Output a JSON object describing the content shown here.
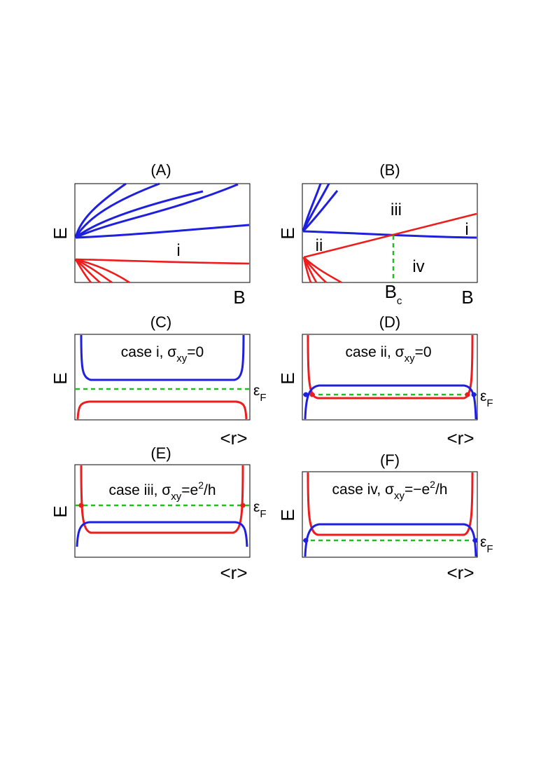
{
  "colors": {
    "blue": "#1f1fe0",
    "red": "#ee1c1c",
    "green": "#22bb22",
    "frame": "#000000"
  },
  "panels": {
    "A": {
      "title": "(A)",
      "ylabel": "E",
      "xlabel": "B",
      "region_i": "i"
    },
    "B": {
      "title": "(B)",
      "ylabel": "E",
      "xlabel": "B",
      "xtick_main": "B",
      "xtick_sub": "c",
      "region_i": "i",
      "region_ii": "ii",
      "region_iii": "iii",
      "region_iv": "iv"
    },
    "C": {
      "title": "(C)",
      "ylabel": "E",
      "xlabel": "<r>",
      "case_text": "case i, σ",
      "case_sub": "xy",
      "case_value": "=0",
      "fermi_main": "ε",
      "fermi_sub": "F"
    },
    "D": {
      "title": "(D)",
      "ylabel": "E",
      "xlabel": "<r>",
      "case_text": "case ii, σ",
      "case_sub": "xy",
      "case_value": "=0",
      "fermi_main": "ε",
      "fermi_sub": "F"
    },
    "E": {
      "title": "(E)",
      "ylabel": "E",
      "xlabel": "<r>",
      "case_text": "case iii, σ",
      "case_sub": "xy",
      "case_value_a": "=e",
      "case_sup": "2",
      "case_value_b": "/h",
      "fermi_main": "ε",
      "fermi_sub": "F"
    },
    "F": {
      "title": "(F)",
      "ylabel": "E",
      "xlabel": "<r>",
      "case_text": "case iv, σ",
      "case_sub": "xy",
      "case_value_a": "=−e",
      "case_sup": "2",
      "case_value_b": "/h",
      "fermi_main": "ε",
      "fermi_sub": "F"
    }
  }
}
